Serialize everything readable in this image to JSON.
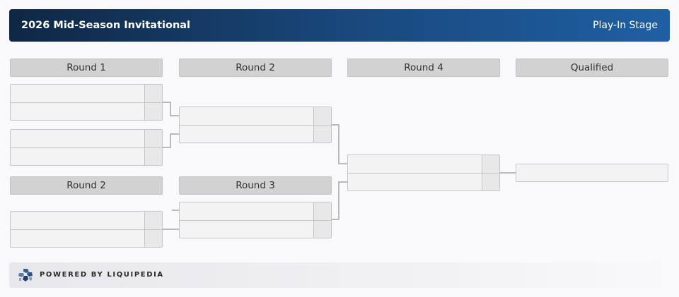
{
  "header": {
    "title": "2026 Mid-Season Invitational",
    "stage": "Play-In Stage"
  },
  "rounds": {
    "upper_r1": "Round 1",
    "upper_r2": "Round 2",
    "r4": "Round 4",
    "qualified": "Qualified",
    "lower_r2": "Round 2",
    "lower_r3": "Round 3"
  },
  "footer": {
    "powered_by": "POWERED BY LIQUIPEDIA",
    "logo_icon": "liquipedia-logo-icon"
  },
  "colors": {
    "header_start": "#0f2744",
    "header_end": "#1e5fa3",
    "connector": "#a5a5a5"
  }
}
